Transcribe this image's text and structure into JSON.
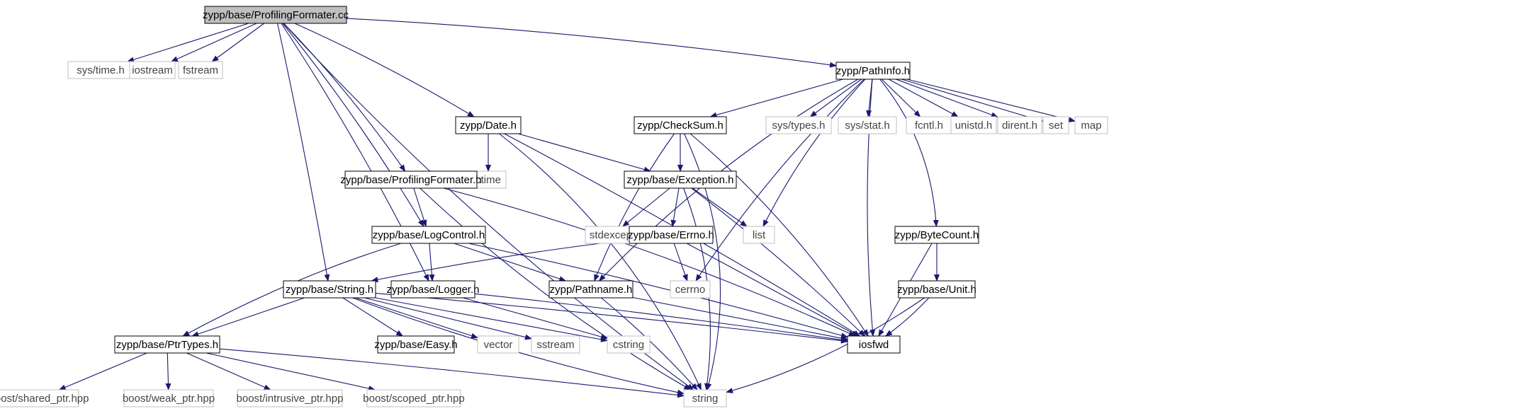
{
  "colors": {
    "edge": "#191970",
    "local_border": "#000000",
    "system_border": "#bfbfbf",
    "root_fill": "#bfbfbf",
    "background": "#ffffff"
  },
  "nodes": {
    "root": "zypp/base/ProfilingFormater.cc",
    "sys_time": "sys/time.h",
    "iostream": "iostream",
    "fstream": "fstream",
    "pathinfo": "zypp/PathInfo.h",
    "date": "zypp/Date.h",
    "checksum": "zypp/CheckSum.h",
    "sys_types": "sys/types.h",
    "sys_stat": "sys/stat.h",
    "fcntl": "fcntl.h",
    "unistd": "unistd.h",
    "dirent": "dirent.h",
    "set": "set",
    "map": "map",
    "ctime": "ctime",
    "profiling_h": "zypp/base/ProfilingFormater.h",
    "exception": "zypp/base/Exception.h",
    "logcontrol": "zypp/base/LogControl.h",
    "stdexcept": "stdexcept",
    "errno": "zypp/base/Errno.h",
    "list": "list",
    "bytecount": "zypp/ByteCount.h",
    "string_h": "zypp/base/String.h",
    "logger": "zypp/base/Logger.h",
    "pathname": "zypp/Pathname.h",
    "cerrno": "cerrno",
    "unit": "zypp/base/Unit.h",
    "ptrtypes": "zypp/base/PtrTypes.h",
    "easy": "zypp/base/Easy.h",
    "vector": "vector",
    "sstream": "sstream",
    "cstring": "cstring",
    "iosfwd": "iosfwd",
    "shared_ptr": "boost/shared_ptr.hpp",
    "weak_ptr": "boost/weak_ptr.hpp",
    "intrusive_ptr": "boost/intrusive_ptr.hpp",
    "scoped_ptr": "boost/scoped_ptr.hpp",
    "string": "string"
  }
}
